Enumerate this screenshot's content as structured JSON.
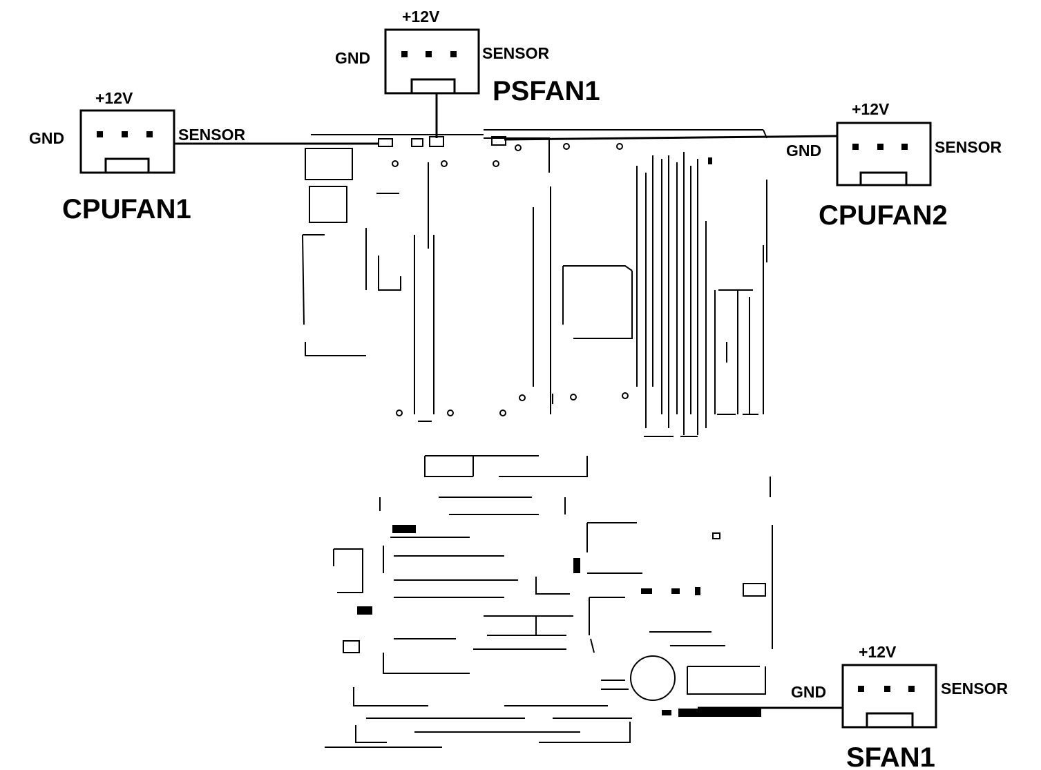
{
  "colors": {
    "ink": "#000000",
    "background": "#ffffff"
  },
  "connectors": {
    "psfan1": {
      "name": "PSFAN1",
      "top": "+12V",
      "left": "GND",
      "right": "SENSOR"
    },
    "cpufan1": {
      "name": "CPUFAN1",
      "top": "+12V",
      "left": "GND",
      "right": "SENSOR"
    },
    "cpufan2": {
      "name": "CPUFAN2",
      "top": "+12V",
      "left": "GND",
      "right": "SENSOR"
    },
    "sfan1": {
      "name": "SFAN1",
      "top": "+12V",
      "left": "GND",
      "right": "SENSOR"
    }
  }
}
